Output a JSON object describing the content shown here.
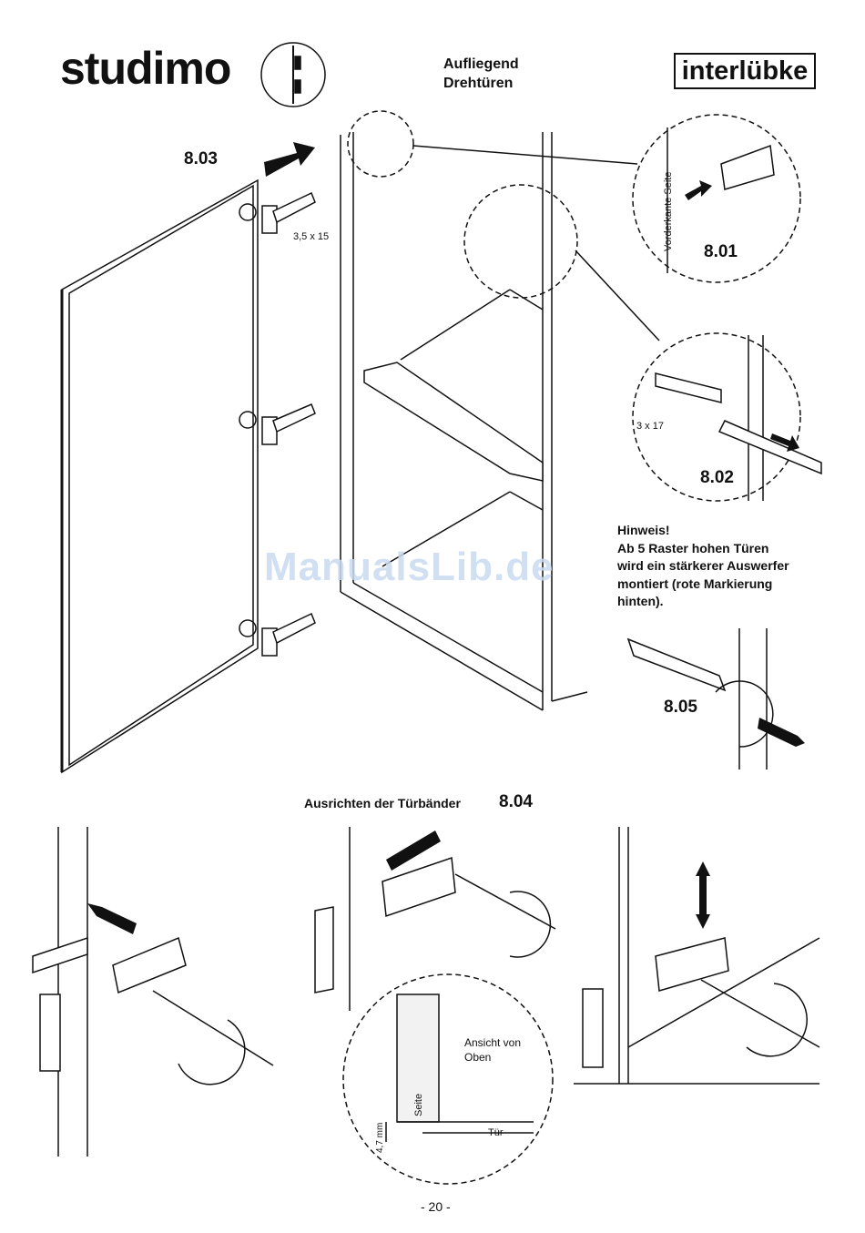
{
  "header": {
    "brand": "studimo",
    "title_line1": "Aufliegend",
    "title_line2": "Drehtüren",
    "logo": "interlübke"
  },
  "steps": {
    "s803": "8.03",
    "s801": "8.01",
    "s802": "8.02",
    "s805": "8.05",
    "s804": "8.04"
  },
  "labels": {
    "screw1": "3,5 x 15",
    "screw2": "3 x 17",
    "vorderkante": "Vorderkante Seite",
    "ansicht_line1": "Ansicht von",
    "ansicht_line2": "Oben",
    "seite": "Seite",
    "tuer": "Tür",
    "mm": "4,7 mm"
  },
  "note": {
    "line1": "Hinweis!",
    "line2": "Ab 5 Raster hohen Türen",
    "line3": "wird ein stärkerer Auswerfer",
    "line4": "montiert (rote Markierung",
    "line5": "hinten)."
  },
  "section": {
    "title": "Ausrichten der Türbänder"
  },
  "watermark": "ManualsLib.de",
  "footer": {
    "page": "- 20 -"
  }
}
